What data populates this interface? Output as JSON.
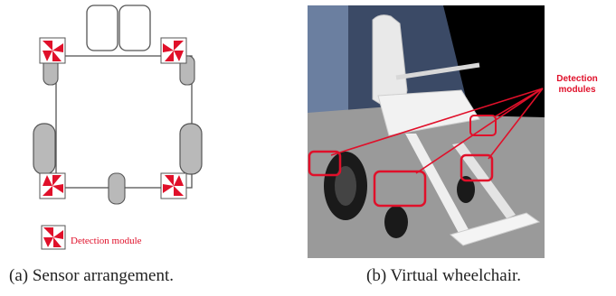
{
  "figure": {
    "panel_a": {
      "legend_label": "Detection module",
      "caption": "(a) Sensor arrangement."
    },
    "panel_b": {
      "callout_line1": "Detection",
      "callout_line2": "modules",
      "caption": "(b) Virtual wheelchair."
    }
  },
  "colors": {
    "module_red": "#e0102a",
    "wheel_gray": "#b9b9b9",
    "outline": "#555555"
  }
}
